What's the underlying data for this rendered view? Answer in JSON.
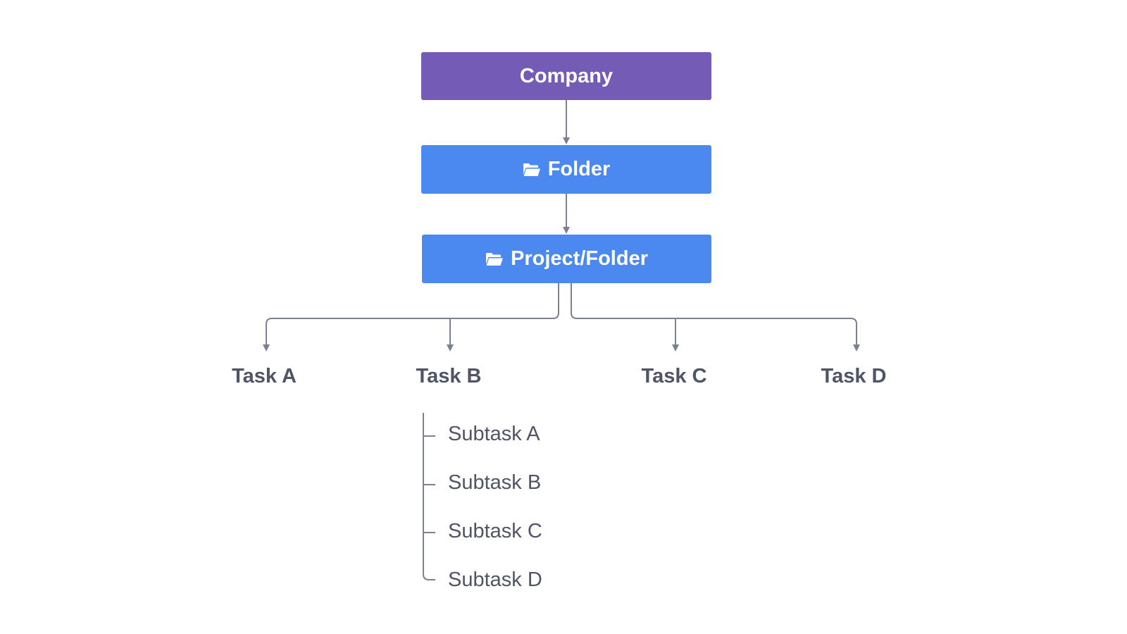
{
  "colors": {
    "company": "#745bb6",
    "folder": "#4b89f0",
    "connector": "#7c8094",
    "text": "#4f5566"
  },
  "nodes": {
    "company": {
      "label": "Company"
    },
    "folder": {
      "label": "Folder",
      "icon": "folder-open-icon"
    },
    "project": {
      "label": "Project/Folder",
      "icon": "folder-open-icon"
    }
  },
  "tasks": [
    "Task A",
    "Task B",
    "Task C",
    "Task D"
  ],
  "subtasks": [
    "Subtask A",
    "Subtask B",
    "Subtask C",
    "Subtask D"
  ]
}
